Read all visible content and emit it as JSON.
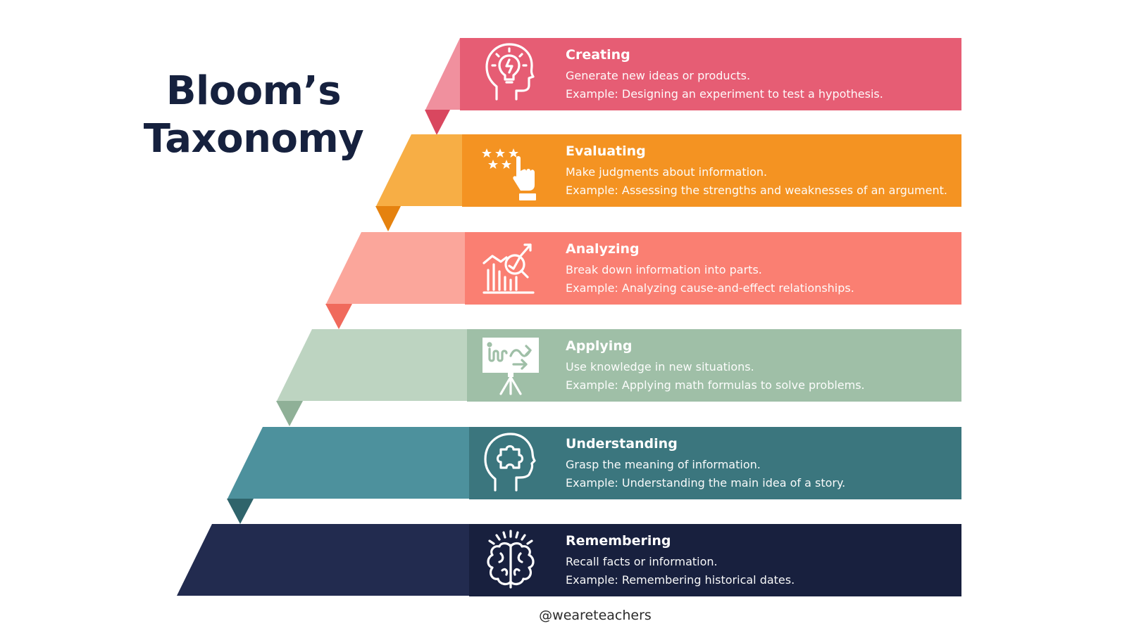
{
  "title": {
    "line1": "Bloom’s",
    "line2": "Taxonomy"
  },
  "credit": "@weareteachers",
  "levels": [
    {
      "name": "Creating",
      "description": "Generate new ideas or products.",
      "example": "Example: Designing an experiment to test a hypothesis.",
      "icon": "lightbulb-head-icon",
      "colors": {
        "main": "#e65d74",
        "light": "#f0909e",
        "dark": "#d9475f"
      }
    },
    {
      "name": "Evaluating",
      "description": "Make judgments about information.",
      "example": "Example: Assessing the strengths and weaknesses of an argument.",
      "icon": "stars-rating-hand-icon",
      "colors": {
        "main": "#f49322",
        "light": "#f7ae45",
        "dark": "#e5820f"
      }
    },
    {
      "name": "Analyzing",
      "description": "Break down information into parts.",
      "example": "Example: Analyzing cause-and-effect relationships.",
      "icon": "chart-magnifier-icon",
      "colors": {
        "main": "#fa7f72",
        "light": "#fba69b",
        "dark": "#f06a5c"
      }
    },
    {
      "name": "Applying",
      "description": "Use knowledge in new situations.",
      "example": "Example: Applying math formulas to solve problems.",
      "icon": "whiteboard-strategy-icon",
      "colors": {
        "main": "#9fbfa7",
        "light": "#bdd4c1",
        "dark": "#8fb097"
      }
    },
    {
      "name": "Understanding",
      "description": "Grasp the meaning of information.",
      "example": "Example: Understanding the main idea of a story.",
      "icon": "puzzle-head-icon",
      "colors": {
        "main": "#3b767e",
        "light": "#4d919d",
        "dark": "#2f646b"
      }
    },
    {
      "name": "Remembering",
      "description": "Recall facts or information.",
      "example": "Example: Remembering historical dates.",
      "icon": "brain-icon",
      "colors": {
        "main": "#18203e",
        "light": "#222b4f",
        "dark": "#111832"
      }
    }
  ]
}
